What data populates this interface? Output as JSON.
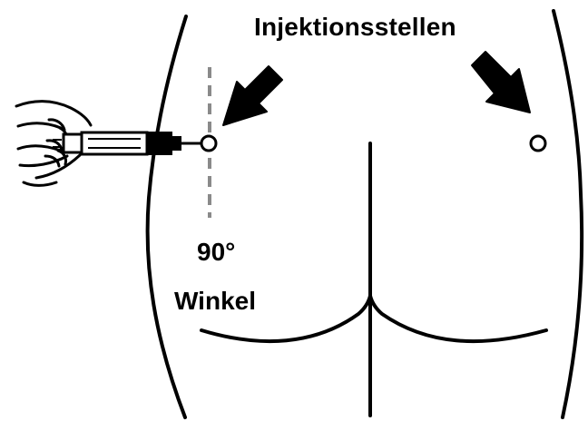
{
  "diagram": {
    "title": "Injektionsstellen",
    "angle_value": "90°",
    "angle_word": "Winkel",
    "colors": {
      "ink": "#000000",
      "guide": "#8a8a8a",
      "background": "#ffffff"
    },
    "icons": [
      "arrow-icon",
      "syringe-icon",
      "hand-icon",
      "injection-site-marker"
    ]
  }
}
